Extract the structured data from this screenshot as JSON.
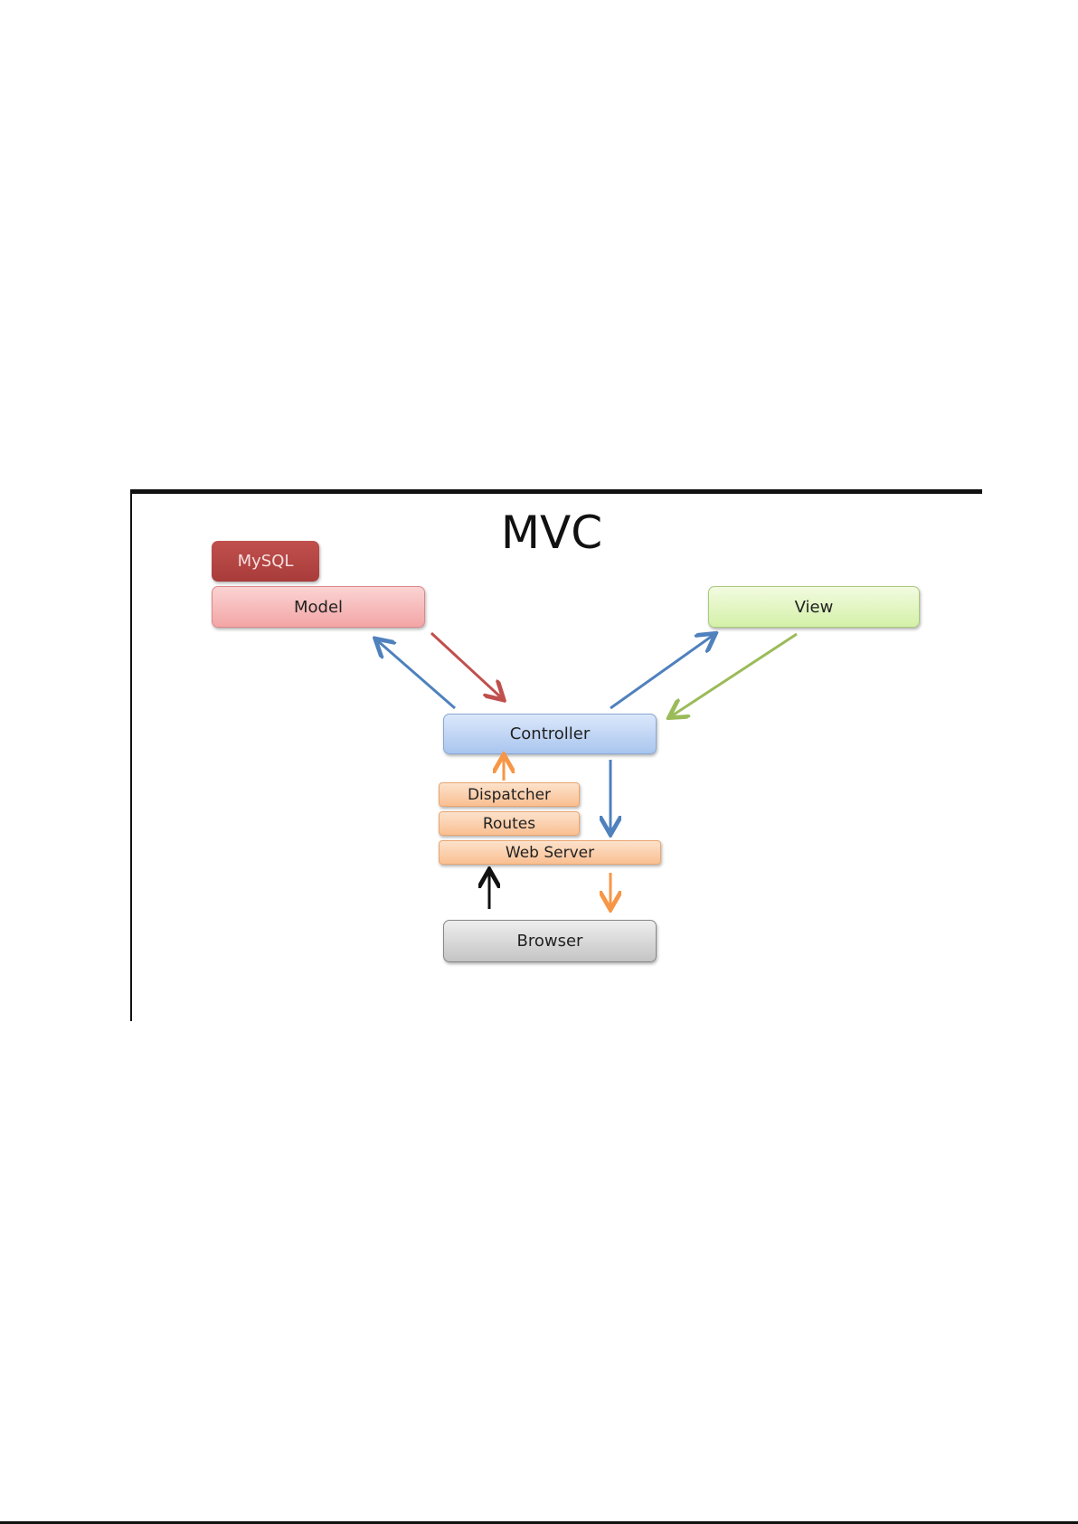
{
  "title": "MVC",
  "nodes": {
    "mysql": "MySQL",
    "model": "Model",
    "view": "View",
    "controller": "Controller",
    "dispatcher": "Dispatcher",
    "routes": "Routes",
    "web_server": "Web Server",
    "browser": "Browser"
  },
  "colors": {
    "blue_arrow": "#4f81bd",
    "red_arrow": "#c0504d",
    "green_arrow": "#9bbb59",
    "orange_arrow": "#f79646",
    "black_arrow": "#111111"
  }
}
